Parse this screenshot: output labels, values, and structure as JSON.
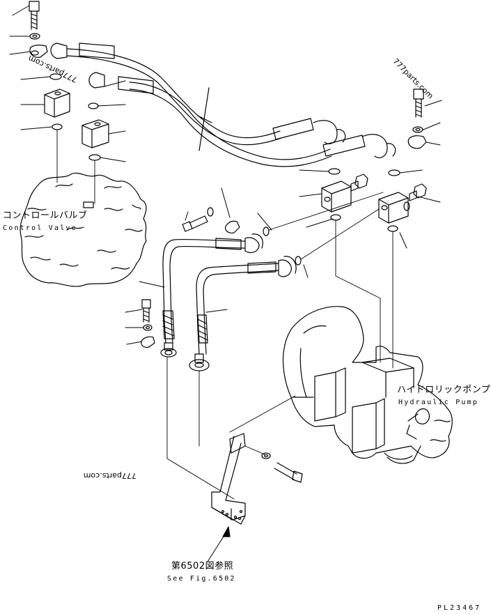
{
  "labels": {
    "control_valve_jp": "コントロールバルブ",
    "control_valve_en": "Control Valve",
    "hydraulic_pump_jp": "ハイドロリックポンプ",
    "hydraulic_pump_en": "Hydraulic Pump",
    "fig_ref_jp": "第6502図参照",
    "fig_ref_en": "See Fig.6502",
    "drawing_code": "PL23467"
  },
  "watermarks": [
    "777parts.com",
    "777parts.com",
    "777parts.com"
  ],
  "colors": {
    "ink": "#000000",
    "paper": "#ffffff"
  }
}
